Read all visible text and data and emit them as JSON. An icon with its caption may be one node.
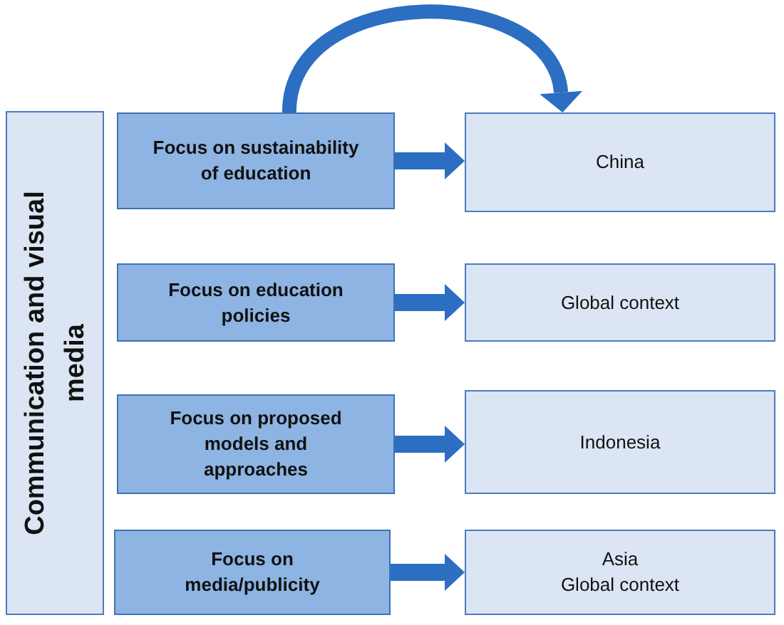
{
  "diagram": {
    "nodes": [
      {
        "text": [
          "Communication and visual media"
        ]
      },
      {
        "text": [
          "Focus on sustainability of education"
        ]
      },
      {
        "text": [
          "Focus on education policies"
        ]
      },
      {
        "text": [
          "Focus on proposed models and approaches"
        ]
      },
      {
        "text": [
          "Focus on media/publicity"
        ]
      },
      {
        "text": [
          "China"
        ]
      },
      {
        "text": [
          "Global context"
        ]
      },
      {
        "text": [
          "Indonesia"
        ]
      },
      {
        "text": [
          "Asia",
          "Global context"
        ]
      }
    ],
    "edges": [
      {
        "from": 1,
        "to": 5,
        "arrow": "to"
      },
      {
        "from": 2,
        "to": 6,
        "arrow": "to"
      },
      {
        "from": 3,
        "to": 7,
        "arrow": "to"
      },
      {
        "from": 4,
        "to": 8,
        "arrow": "to"
      },
      {
        "from": 1,
        "to": 5,
        "arrow": "to"
      }
    ]
  }
}
